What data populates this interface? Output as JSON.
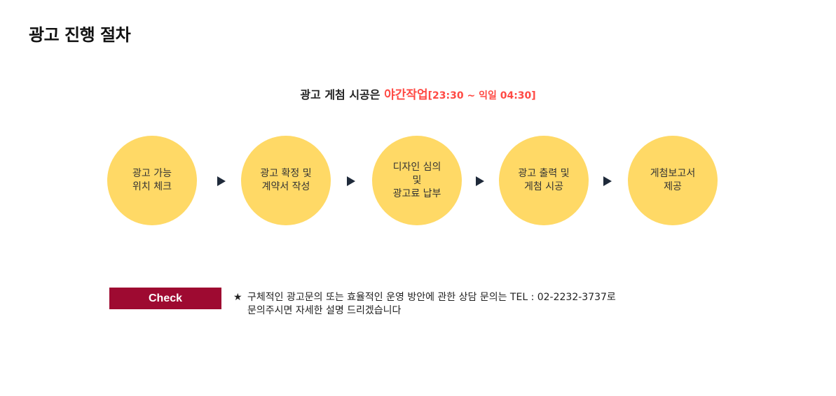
{
  "page": {
    "title": "광고 진행 절차"
  },
  "notice_banner": {
    "prefix": "광고 게첨 시공은",
    "highlight": "야간작업",
    "time": "[23:30 ~ 익일 04:30]"
  },
  "steps": [
    {
      "lines": [
        "광고 가능",
        "위치 체크"
      ]
    },
    {
      "lines": [
        "광고 확정 및",
        "계약서 작성"
      ]
    },
    {
      "lines": [
        "디자인 심의",
        "및",
        "광고료 납부"
      ]
    },
    {
      "lines": [
        "광고 출력 및",
        "게첨 시공"
      ]
    },
    {
      "lines": [
        "게첨보고서",
        "제공"
      ]
    }
  ],
  "arrow_icon": "triangle-right-icon",
  "colors": {
    "step_circle": "#ffd966",
    "highlight": "#ff4a44",
    "check_badge": "#9e0a31",
    "arrow": "#1f2a3a"
  },
  "check": {
    "label": "Check",
    "star": "★",
    "line1": "구체적인 광고문의 또는 효율적인 운영 방안에 관한  상담 문의는  TEL : 02-2232-3737로",
    "line2": "문의주시면 자세한 설명 드리겠습니다"
  }
}
